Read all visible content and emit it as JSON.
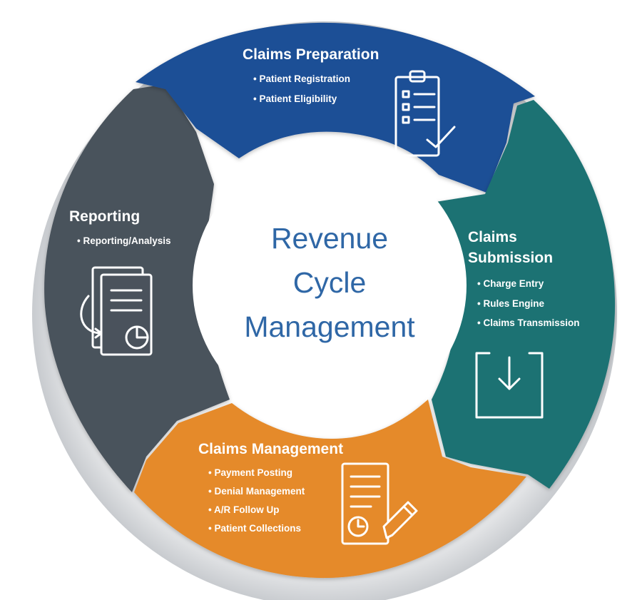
{
  "center": {
    "lines": [
      "Revenue",
      "Cycle",
      "Management"
    ]
  },
  "segments": {
    "claims_preparation": {
      "title": "Claims Preparation",
      "items": [
        "• Patient Registration",
        "• Patient Eligibility"
      ],
      "color": "#1f4f96",
      "icon": "clipboard-checklist-icon"
    },
    "claims_submission": {
      "title_lines": [
        "Claims",
        "Submission"
      ],
      "items": [
        "• Charge Entry",
        "• Rules Engine",
        "• Claims Transmission"
      ],
      "color": "#1b7273",
      "icon": "download-tray-icon"
    },
    "claims_management": {
      "title": "Claims Management",
      "items": [
        "• Payment Posting",
        "• Denial Management",
        "• A/R Follow Up",
        "• Patient Collections"
      ],
      "color": "#e58a2b",
      "icon": "document-clock-pencil-icon"
    },
    "reporting": {
      "title": "Reporting",
      "items": [
        "• Reporting/Analysis"
      ],
      "color": "#4a525c",
      "icon": "report-pie-chart-icon"
    }
  },
  "ring_color": "#d9dbde"
}
